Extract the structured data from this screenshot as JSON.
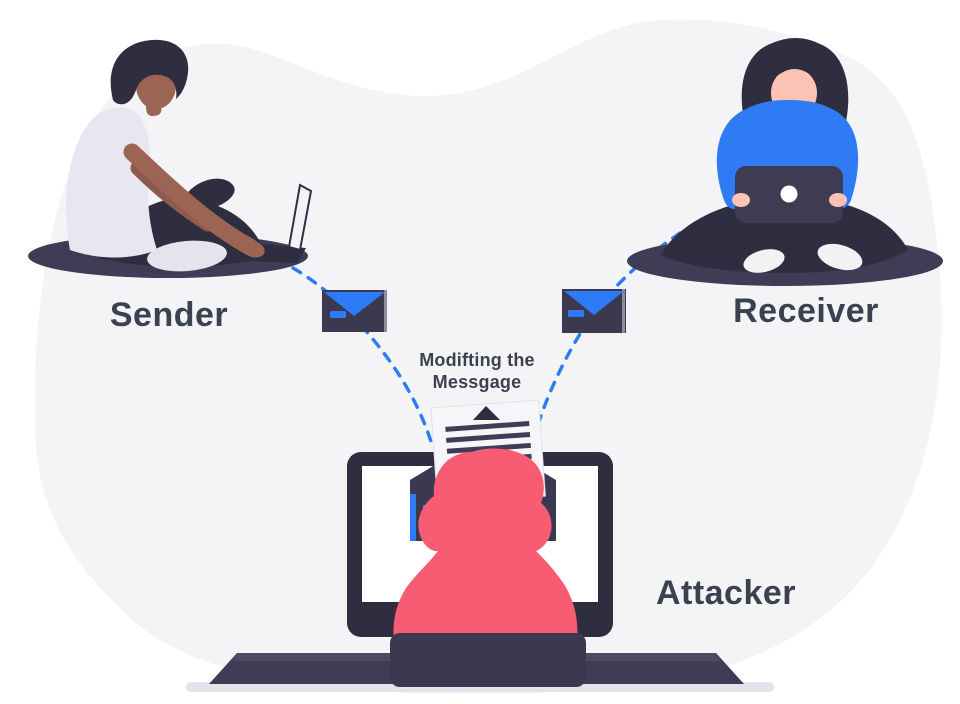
{
  "illustration": {
    "type": "man-in-the-middle-attack-diagram",
    "labels": {
      "sender": "Sender",
      "receiver": "Receiver",
      "attacker": "Attacker"
    },
    "annotation": {
      "line1": "Modifting the",
      "line2": "Messgage"
    },
    "icons": {
      "left_message": "envelope-icon",
      "right_message": "envelope-icon",
      "screen_message": "open-envelope-icon",
      "intercepted_document": "document-icon"
    },
    "colors": {
      "background": "#ffffff",
      "blob": "#f4f4f6",
      "dark_navy": "#2f2e41",
      "navy": "#3f3d56",
      "accent_blue": "#2b7cf5",
      "hoodie_pink": "#f85c72",
      "sender_skin": "#9c6553",
      "receiver_skin": "#fcc3b4",
      "shirt_lavender": "#e7e6f1",
      "label_text": "#3a4150",
      "screen_white": "#ffffff"
    }
  }
}
